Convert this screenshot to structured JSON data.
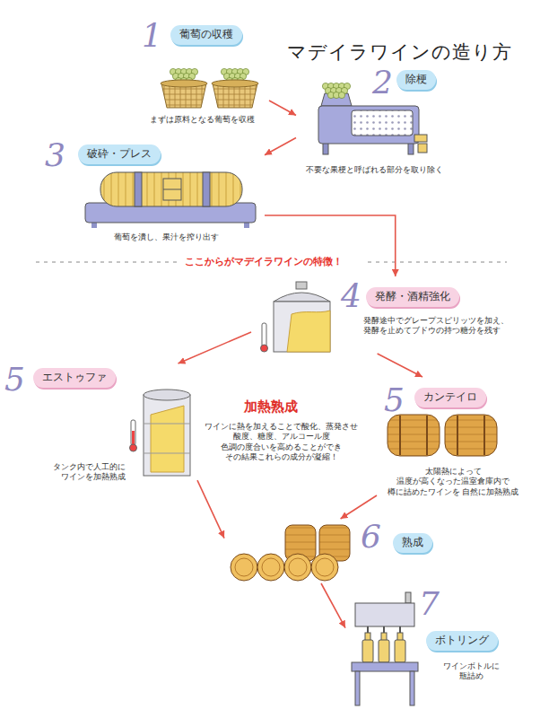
{
  "diagram": {
    "title": "マデイラワインの造り方",
    "nodes": [
      {
        "text": [
          "1",
          "葡萄の収穫",
          "まずは原料となる葡萄を収穫"
        ]
      },
      {
        "text": [
          "2",
          "除梗",
          "不要な果梗と呼ばれる部分を取り除く"
        ]
      },
      {
        "text": [
          "3",
          "破砕・プレス",
          "葡萄を潰し、果汁を搾り出す"
        ]
      },
      {
        "text": [
          "4",
          "発酵・酒精強化",
          "発酵途中でグレープスピリッツを加え、 発酵を止めてブドウの持つ糖分を残す"
        ]
      },
      {
        "text": [
          "5",
          "エストゥファ",
          "タンク内で人工的に ワインを加熱熟成"
        ]
      },
      {
        "text": [
          "5",
          "カンテイロ",
          "太陽熱によって 温度が高くなった温室倉庫内で 樽に詰めたワインを 自然に加熱熟成"
        ]
      },
      {
        "text": [
          "6",
          "熟成"
        ]
      },
      {
        "text": [
          "7",
          "ボトリング",
          "ワインボトルに 瓶詰め"
        ]
      }
    ],
    "edges": [
      {
        "from": 0,
        "to": 1,
        "arrow": "to"
      },
      {
        "from": 1,
        "to": 2,
        "arrow": "to"
      },
      {
        "from": 2,
        "to": 3,
        "arrow": "to"
      },
      {
        "from": 3,
        "to": 4,
        "arrow": "to"
      },
      {
        "from": 3,
        "to": 5,
        "arrow": "to"
      },
      {
        "from": 4,
        "to": 6,
        "arrow": "to"
      },
      {
        "from": 5,
        "to": 6,
        "arrow": "to"
      },
      {
        "from": 6,
        "to": 7,
        "arrow": "to"
      }
    ],
    "labels": [
      "ここからがマデイラワインの特徴！",
      "加熱熟成",
      "ワインに熱を加えることで酸化、蒸発させ 酸度、糖度、アルコール度 色調の度合いを高めることができ その結果これらの成分が凝縮！"
    ]
  }
}
